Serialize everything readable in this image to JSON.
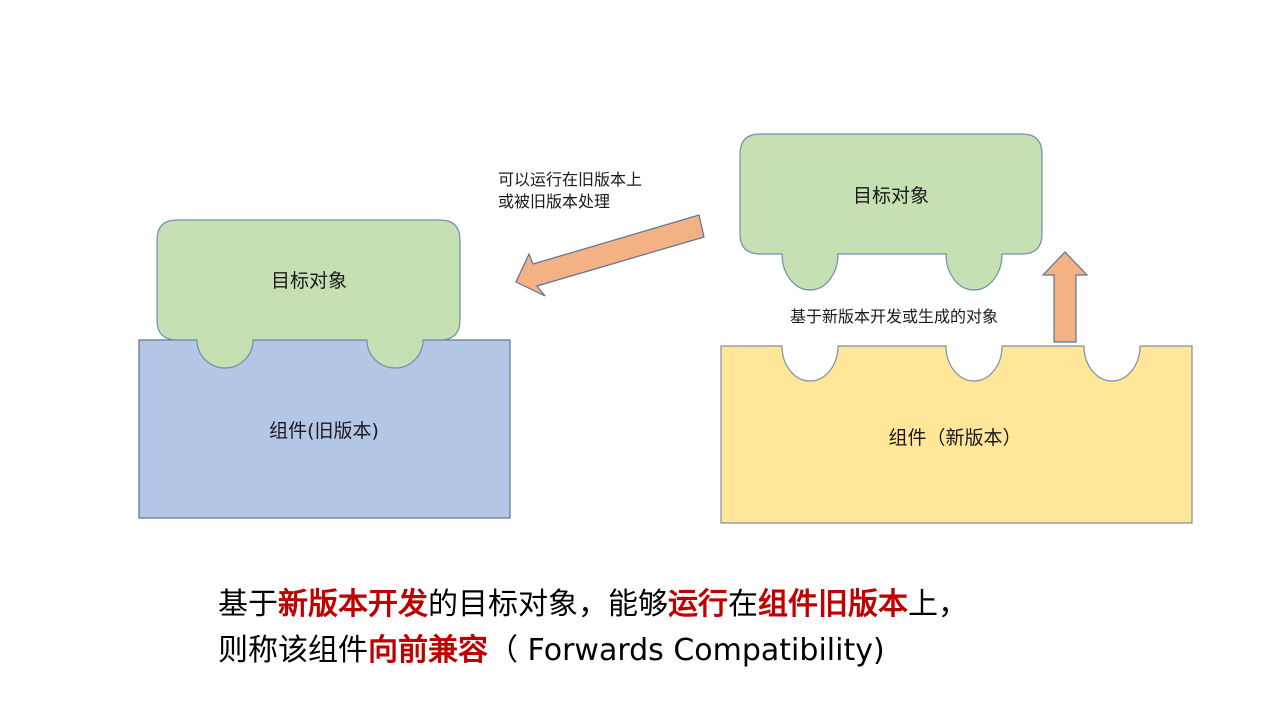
{
  "colors": {
    "green_fill": "#c6e0b4",
    "green_stroke": "#6f8fa8",
    "blue_fill": "#b4c7e7",
    "blue_stroke": "#5b7497",
    "yellow_fill": "#ffe699",
    "yellow_stroke": "#7f8fa6",
    "arrow_fill": "#f4b183",
    "arrow_stroke": "#5b7497",
    "highlight_red": "#c00000"
  },
  "left_group": {
    "target_label": "目标对象",
    "component_label": "组件(旧版本)"
  },
  "right_group": {
    "target_label": "目标对象",
    "component_label": "组件（新版本）",
    "built_on_label": "基于新版本开发或生成的对象"
  },
  "arrow_note": {
    "line1": "可以运行在旧版本上",
    "line2": "或被旧版本处理"
  },
  "caption": {
    "line1": {
      "p1": "基于",
      "h1": "新版本开发",
      "p2": "的目标对象，能够",
      "h2": "运行",
      "p3": "在",
      "h3": "组件旧版本",
      "p4": "上，"
    },
    "line2": {
      "p1": "则称该组件",
      "h1": "向前兼容",
      "p2": "（ Forwards Compatibility)"
    }
  }
}
